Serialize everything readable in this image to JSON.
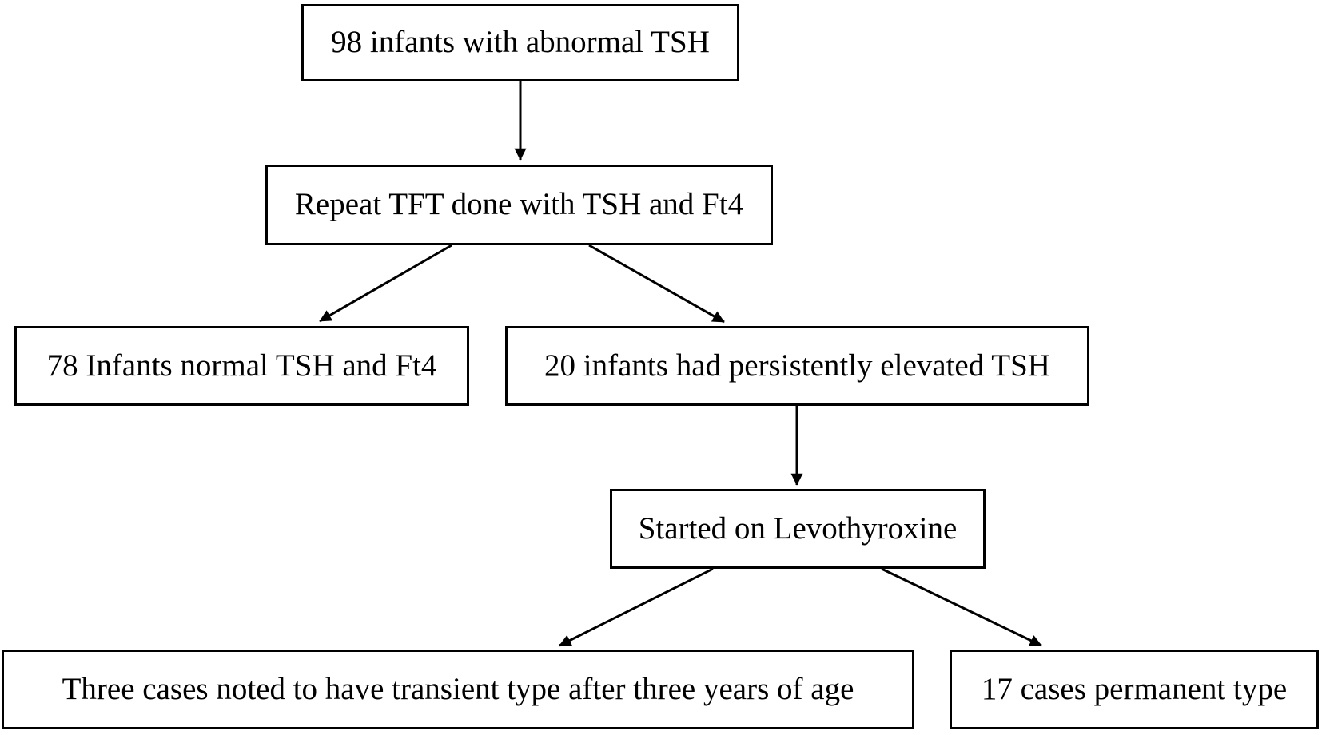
{
  "diagram": {
    "type": "flowchart",
    "background_color": "#ffffff",
    "box_fill_color": "#ffffff",
    "box_border_color": "#000000",
    "arrow_color": "#000000",
    "text_color": "#000000",
    "nodes": [
      {
        "id": "abnormal-tsh",
        "label": "98 infants with abnormal TSH"
      },
      {
        "id": "repeat-tft",
        "label": "Repeat TFT done with TSH and Ft4"
      },
      {
        "id": "normal-tsh",
        "label": "78 Infants normal TSH and Ft4"
      },
      {
        "id": "elevated-tsh",
        "label": "20 infants had persistently elevated TSH"
      },
      {
        "id": "levothyroxine",
        "label": "Started on Levothyroxine"
      },
      {
        "id": "transient",
        "label": "Three cases noted to have transient type after three years of age"
      },
      {
        "id": "permanent",
        "label": "17 cases permanent type"
      }
    ],
    "edges": [
      {
        "from": "abnormal-tsh",
        "to": "repeat-tft"
      },
      {
        "from": "repeat-tft",
        "to": "normal-tsh"
      },
      {
        "from": "repeat-tft",
        "to": "elevated-tsh"
      },
      {
        "from": "elevated-tsh",
        "to": "levothyroxine"
      },
      {
        "from": "levothyroxine",
        "to": "transient"
      },
      {
        "from": "levothyroxine",
        "to": "permanent"
      }
    ]
  }
}
